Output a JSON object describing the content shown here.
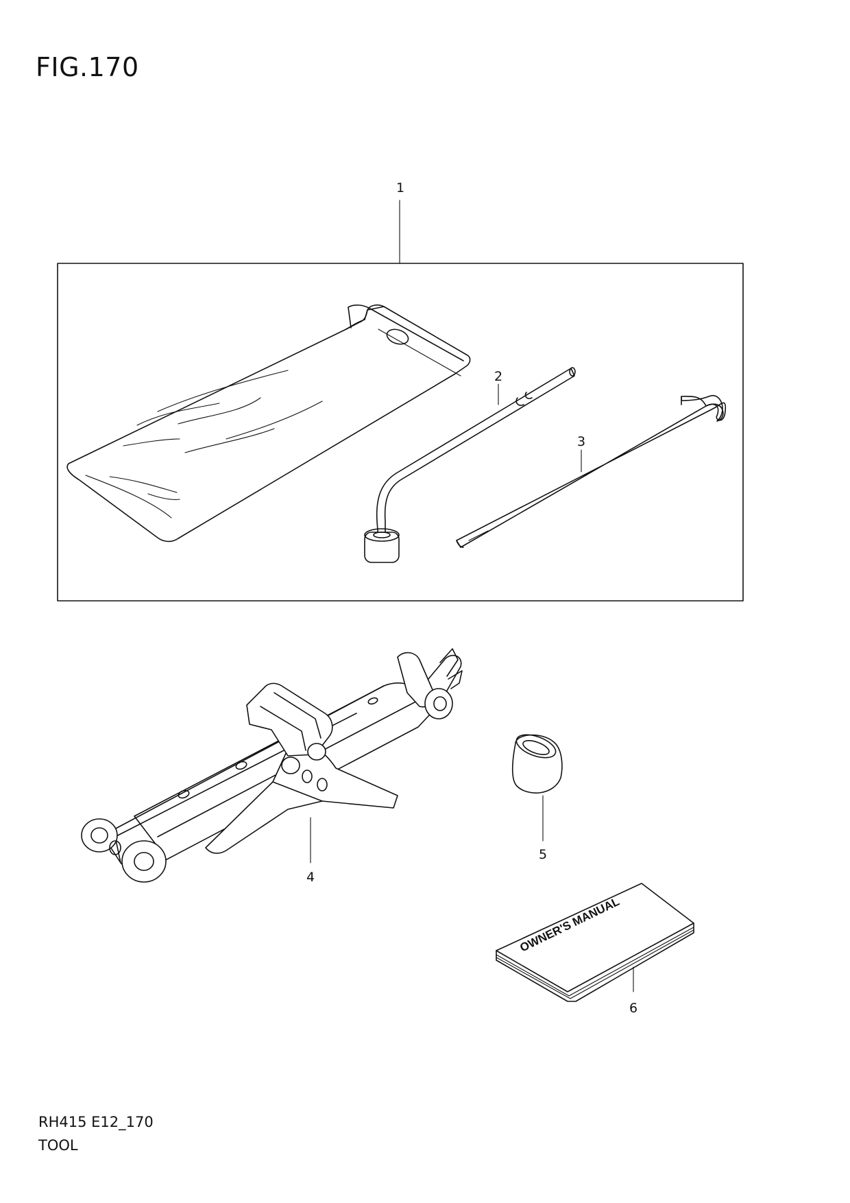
{
  "figure": {
    "title": "FIG.170"
  },
  "callouts": {
    "c1": "1",
    "c2": "2",
    "c3": "3",
    "c4": "4",
    "c5": "5",
    "c6": "6"
  },
  "manual_cover": "OWNER'S MANUAL",
  "footer": {
    "code": "RH415 E12_170",
    "name": "TOOL"
  }
}
